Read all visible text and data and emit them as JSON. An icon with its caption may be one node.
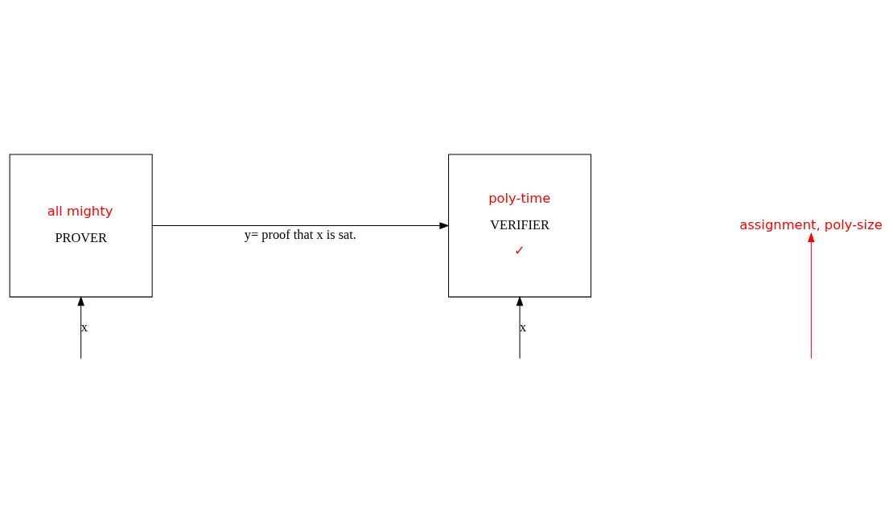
{
  "diagram": {
    "nodes": [
      {
        "text": [
          "all mighty",
          "PROVER"
        ]
      },
      {
        "text": [
          "poly-time",
          "VERIFIER",
          "✓"
        ]
      },
      {
        "text": [
          "assignment, poly-size"
        ]
      }
    ],
    "edges": [
      {
        "from": 0,
        "to": 1,
        "arrow": "to",
        "label": "y= proof that x is sat."
      },
      {
        "from": null,
        "to": 0,
        "arrow": "to",
        "label": "x"
      },
      {
        "from": null,
        "to": 1,
        "arrow": "to",
        "label": "x"
      },
      {
        "from": null,
        "to": 2,
        "arrow": "to",
        "color": "#ff0000"
      }
    ]
  }
}
